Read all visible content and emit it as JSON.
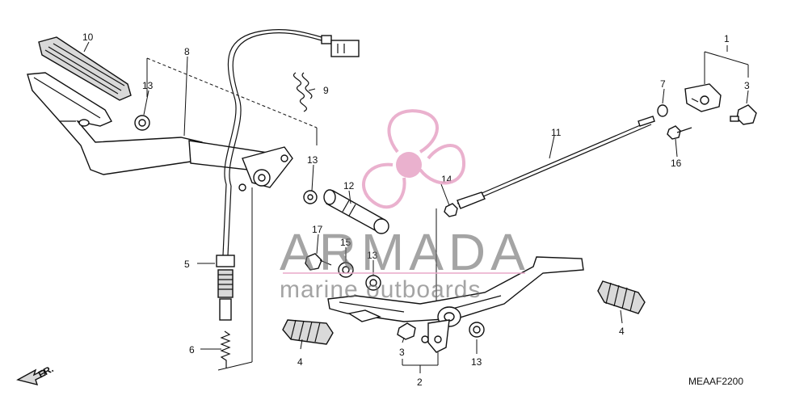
{
  "diagram": {
    "code": "MEAAF2200",
    "direction_label": "FR.",
    "callouts": [
      "1",
      "2",
      "3",
      "3",
      "3",
      "4",
      "4",
      "5",
      "6",
      "7",
      "8",
      "9",
      "10",
      "11",
      "12",
      "13",
      "13",
      "13",
      "13",
      "13",
      "14",
      "15",
      "16",
      "17"
    ]
  },
  "watermark": {
    "brand": "ARMADA",
    "tagline": "marine outboards",
    "logo_color": "#e8a9c9",
    "text_color": "#6e6e6e"
  }
}
